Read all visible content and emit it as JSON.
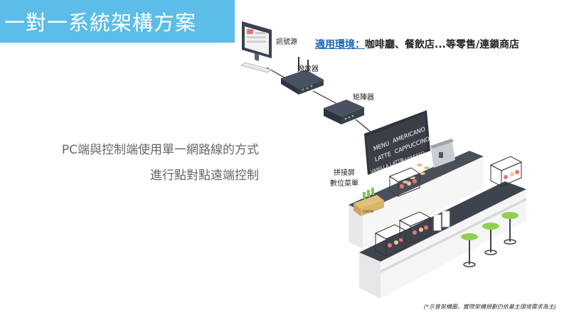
{
  "title": "一對一系統架構方案",
  "environment": {
    "label": "適用環境：",
    "value": "咖啡廳、餐飲店...等零售/連鎖商店"
  },
  "description": [
    "PC端與控制端使用單一網路線的方式",
    "進行點對點遠端控制"
  ],
  "labels": {
    "source": "訊號源",
    "player": "撥放器",
    "matrix": "矩陣器",
    "menu_screen_line1": "拼接屏",
    "menu_screen_line2": "數位菜單"
  },
  "menu_board": {
    "col1": [
      "MENU",
      "LATTE",
      "VANILLA LATTE"
    ],
    "col2": [
      "AMERICANO",
      "CAPPUCCINO",
      "ESPRESSO"
    ]
  },
  "box_text": "COFFEE",
  "footnote": "(*示意架構圖，實際架構規劃仍依業主環境需求為主)",
  "colors": {
    "accent": "#5bbde8",
    "env_label": "#1a66b8",
    "seat": "#8fd14f"
  }
}
